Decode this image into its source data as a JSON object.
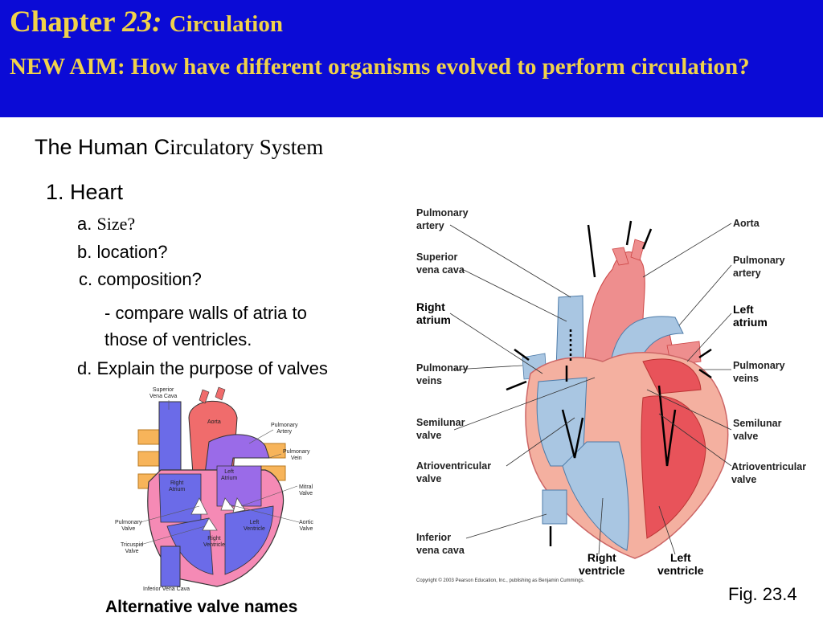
{
  "header": {
    "chapter_word": "Chapter",
    "chapter_num": "23:",
    "chapter_topic": "Circulation",
    "aim": "NEW AIM: How have different organisms evolved to perform circulation?"
  },
  "subtitle": {
    "part1": "The Human C",
    "part2": "irculatory System"
  },
  "outline": {
    "heart": "1. Heart",
    "a_prefix": "a.",
    "a_text": "Size?",
    "b": "b. location?",
    "c": "c. composition?",
    "c_sub_1": "- compare walls of atria to",
    "c_sub_2": "those of ventricles.",
    "d": "d. Explain the purpose of valves"
  },
  "large_figure": {
    "labels": {
      "pulmonary_artery_left": [
        "Pulmonary",
        "artery"
      ],
      "superior_vena_cava": [
        "Superior",
        "vena cava"
      ],
      "right_atrium": [
        "Right",
        "atrium"
      ],
      "pulmonary_veins_left": [
        "Pulmonary",
        "veins"
      ],
      "semilunar_valve_left": [
        "Semilunar",
        "valve"
      ],
      "av_valve_left": [
        "Atrioventricular",
        "valve"
      ],
      "inferior_vena_cava": [
        "Inferior",
        "vena cava"
      ],
      "aorta": [
        "Aorta"
      ],
      "pulmonary_artery_right": [
        "Pulmonary",
        "artery"
      ],
      "left_atrium": [
        "Left",
        "atrium"
      ],
      "pulmonary_veins_right": [
        "Pulmonary",
        "veins"
      ],
      "semilunar_valve_right": [
        "Semilunar",
        "valve"
      ],
      "av_valve_right": [
        "Atrioventricular",
        "valve"
      ],
      "right_ventricle": [
        "Right",
        "ventricle"
      ],
      "left_ventricle": [
        "Left",
        "ventricle"
      ]
    },
    "copyright": "Copyright © 2003 Pearson Education, Inc., publishing as Benjamin Cummings.",
    "caption": "Fig. 23.4"
  },
  "small_figure": {
    "labels": {
      "superior_vena_cava": [
        "Superior",
        "Vena Cava"
      ],
      "aorta": [
        "Aorta"
      ],
      "pulmonary_artery": [
        "Pulmonary",
        "Artery"
      ],
      "pulmonary_vein": [
        "Pulmonary",
        "Vein"
      ],
      "left_atrium": [
        "Left",
        "Atrium"
      ],
      "right_atrium": [
        "Right",
        "Atrium"
      ],
      "mitral_valve": [
        "Mitral",
        "Valve"
      ],
      "aortic_valve": [
        "Aortic",
        "Valve"
      ],
      "pulmonary_valve": [
        "Pulmonary",
        "Valve"
      ],
      "tricuspid_valve": [
        "Tricuspid",
        "Valve"
      ],
      "left_ventricle": [
        "Left",
        "Ventricle"
      ],
      "right_ventricle": [
        "Right",
        "Ventricle"
      ],
      "inferior_vena_cava": [
        "Inferior Vena Cava"
      ]
    },
    "caption": "Alternative valve names"
  },
  "colors": {
    "header_bg": "#0b0bd6",
    "header_text": "#f0d24a",
    "oxygen_poor": "#a9c6e2",
    "oxygen_rich": "#e8535a"
  }
}
